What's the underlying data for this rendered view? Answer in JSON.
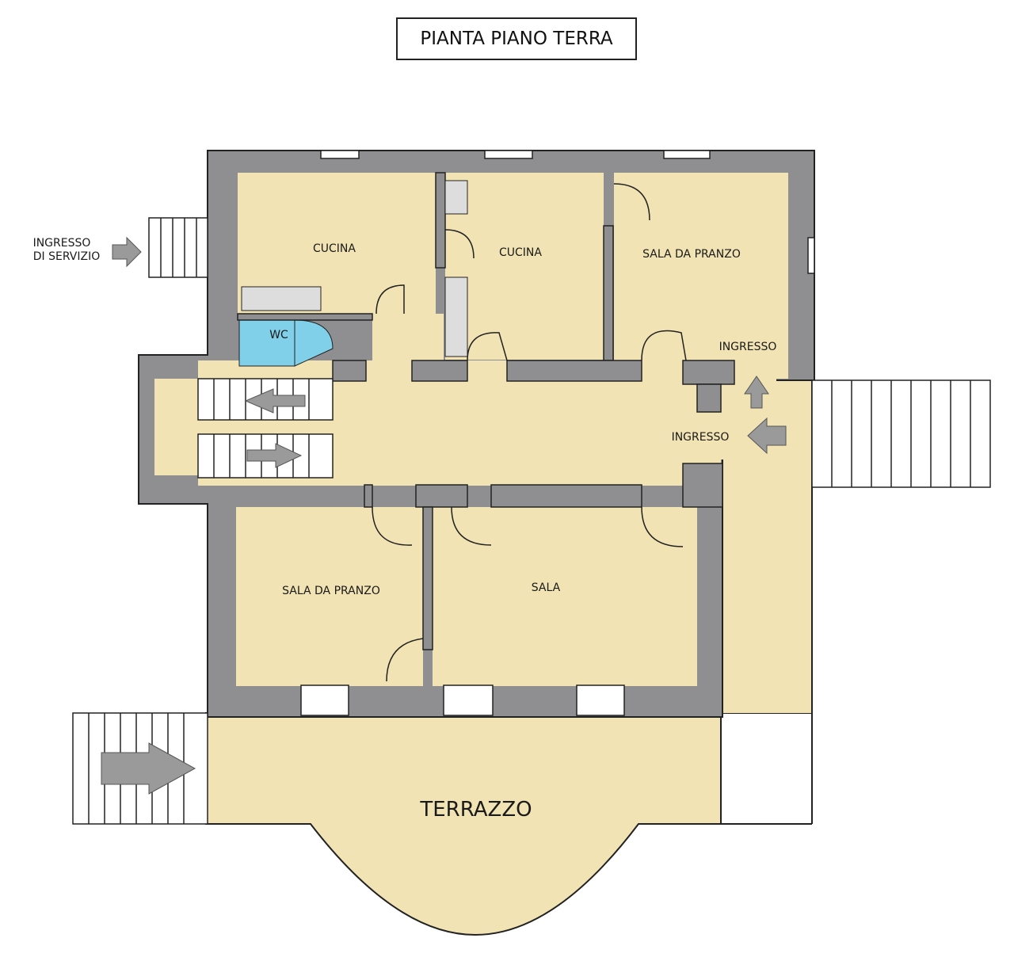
{
  "title": "PIANTA PIANO TERRA",
  "colors": {
    "floor": "#f1e3b3",
    "wall": "#8f8f91",
    "wc": "#7fd0e8",
    "arrow": "#9a9a9a",
    "line": "#222222"
  },
  "rooms": {
    "cucina_1": "CUCINA",
    "cucina_2": "CUCINA",
    "sala_da_pranzo_top": "SALA DA PRANZO",
    "wc": "WC",
    "ingresso_top": "INGRESSO",
    "ingresso_center": "INGRESSO",
    "sala_da_pranzo_bottom": "SALA DA PRANZO",
    "sala": "SALA",
    "terrazzo": "TERRAZZO"
  },
  "service_entrance": {
    "line1": "INGRESSO",
    "line2": "DI SERVIZIO"
  }
}
